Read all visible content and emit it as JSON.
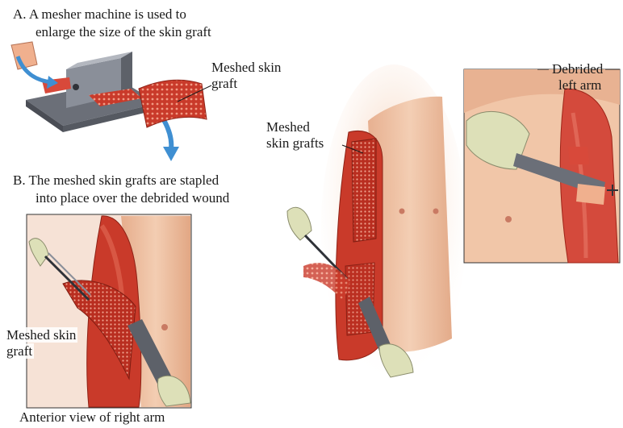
{
  "step_a": {
    "line1": "A. A mesher machine is used to",
    "line2": "enlarge the size of the skin graft",
    "graft_label_line1": "Meshed skin",
    "graft_label_line2": "graft"
  },
  "step_b": {
    "line1": "B. The meshed skin grafts are stapled",
    "line2": "into place over the debrided wound",
    "inset_label_line1": "Meshed skin",
    "inset_label_line2": "graft",
    "caption": "Anterior view of right arm"
  },
  "center": {
    "label_line1": "Meshed",
    "label_line2": "skin grafts"
  },
  "right_panel": {
    "label_line1": "Debrided",
    "label_line2": "left arm"
  },
  "colors": {
    "skin": "#efc3a4",
    "skin_shadow": "#d99f80",
    "wound": "#c93a2a",
    "wound_dark": "#9e2418",
    "glove": "#dde0b8",
    "arrow": "#3f8fd2",
    "metal": "#8a8f99"
  },
  "icons": [
    "mesher-machine-icon",
    "blue-arrow-icon",
    "forceps-icon",
    "stapler-icon",
    "dermatome-icon"
  ]
}
